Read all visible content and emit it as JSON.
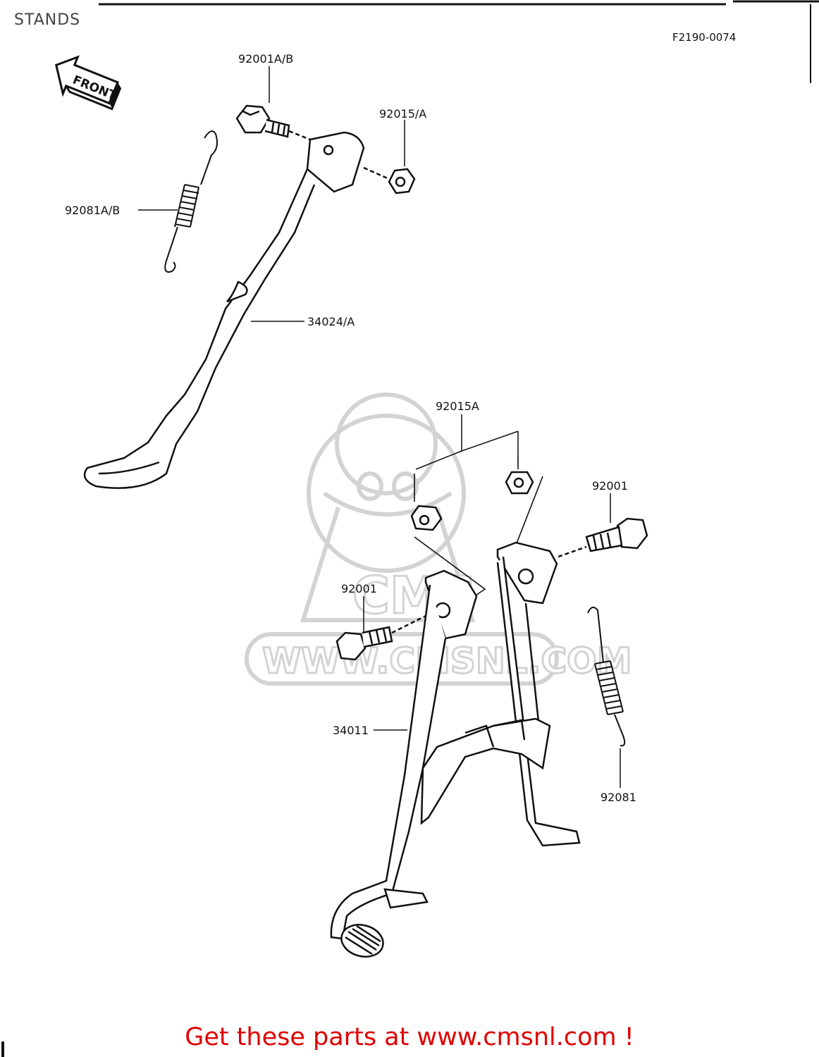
{
  "title": "STANDS",
  "figure_code": "F2190-0074",
  "front_arrow_label": "FRONT",
  "watermark": {
    "logo_text": "CMS",
    "url_text": "WWW.CMSNL.COM"
  },
  "labels": {
    "side_stand_bolt": "92001A/B",
    "side_stand_nut": "92015/A",
    "side_stand_spring": "92081A/B",
    "side_stand": "34024/A",
    "center_stand_nuts": "92015A",
    "center_stand_bolt_right": "92001",
    "center_stand_bolt_left": "92001",
    "center_stand": "34011",
    "center_stand_spring": "92081"
  },
  "footer": {
    "cta": "Get these parts at www.cmsnl.com !"
  },
  "colors": {
    "line": "#111111",
    "footer_text": "#e00000",
    "watermark": "#cfcfcf"
  }
}
